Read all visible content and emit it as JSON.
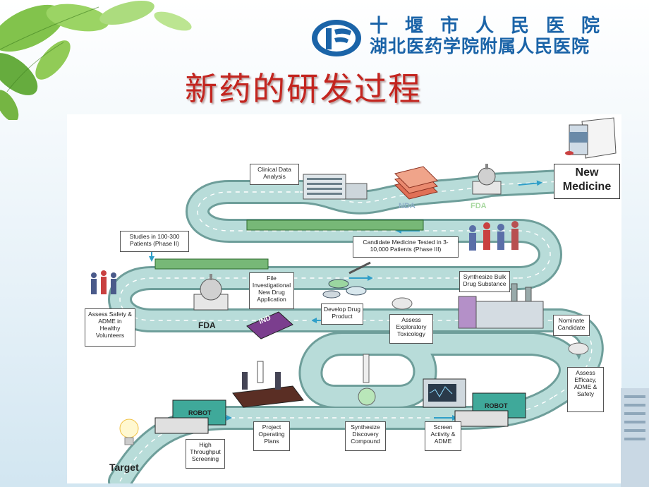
{
  "header": {
    "hospital_line1": "十堰市人民医院",
    "hospital_line2": "湖北医药学院附属人民医院",
    "slide_title": "新药的研发过程"
  },
  "diagram": {
    "new_medicine": "New Medicine",
    "clinical_data": "Clinical Data Analysis",
    "nda": "NDA",
    "fda_top": "FDA",
    "phase3": "Candidate Medicine Tested in 3-10,000 Patients (Phase III)",
    "phase2": "Studies in 100-300 Patients (Phase II)",
    "assess_safety": "Assess Safety & ADME in Healthy Volunteers",
    "fda_mid": "FDA",
    "file_ind": "File Investigational New Drug Application",
    "ind": "IND",
    "develop_product": "Develop Drug Product",
    "assess_tox": "Assess Exploratory Toxicology",
    "synthesize_bulk": "Synthesize Bulk Drug Substance",
    "nominate": "Nominate Candidate",
    "assess_efficacy": "Assess Efficacy, ADME & Safety",
    "robot": "ROBOT",
    "robot2": "ROBOT",
    "high_throughput": "High Throughput Screening",
    "target": "Target",
    "project_plans": "Project Operating Plans",
    "synthesize_discovery": "Synthesize Discovery Compound",
    "screen_activity": "Screen Activity & ADME"
  },
  "colors": {
    "road": "#b8dcd9",
    "road_edge": "#6e9e9a",
    "arrow": "#2f9fc8",
    "title": "#c3251f",
    "hospital_blue": "#1b64a8"
  }
}
